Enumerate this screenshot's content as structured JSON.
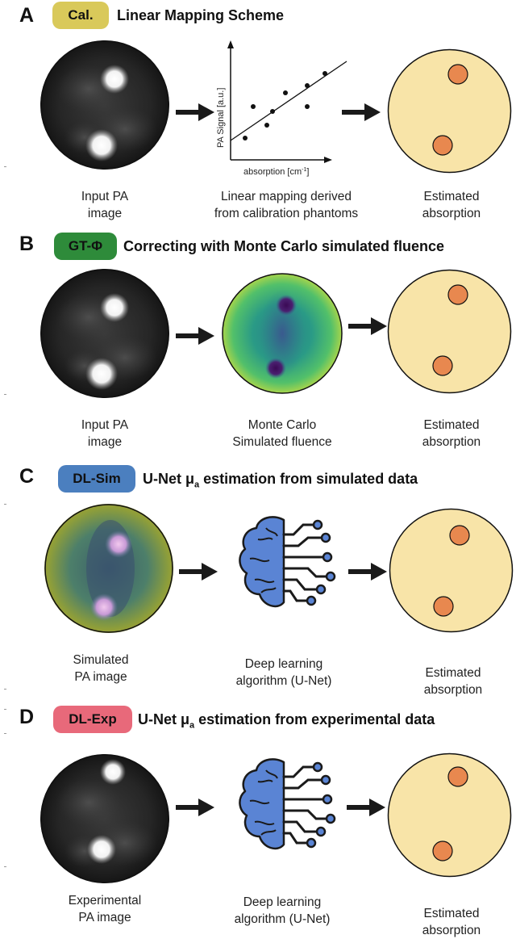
{
  "colors": {
    "cal": "#d9c95a",
    "gt": "#2e8b3a",
    "dlsim": "#4b7fbf",
    "dlexp": "#e8697a",
    "estimate_bg": "#f8e4a8",
    "inclusion": "#e8884f",
    "brain": "#5a84d4"
  },
  "panels": [
    {
      "letter": "A",
      "pill": "Cal.",
      "title": "Linear Mapping Scheme",
      "left_caption": [
        "Input PA",
        "image"
      ],
      "mid_caption": [
        "Linear mapping derived",
        "from calibration phantoms"
      ],
      "right_caption": [
        "Estimated",
        "absorption"
      ]
    },
    {
      "letter": "B",
      "pill": "GT-Φ",
      "title": "Correcting with Monte Carlo simulated fluence",
      "left_caption": [
        "Input PA",
        "image"
      ],
      "mid_caption": [
        "Monte Carlo",
        "Simulated fluence"
      ],
      "right_caption": [
        "Estimated",
        "absorption"
      ]
    },
    {
      "letter": "C",
      "pill": "DL-Sim",
      "title_prefix": "U-Net μ",
      "title_sub": "a",
      "title_suffix": " estimation from simulated data",
      "left_caption": [
        "Simulated",
        "PA image"
      ],
      "mid_caption": [
        "Deep learning",
        "algorithm (U-Net)"
      ],
      "right_caption": [
        "Estimated",
        "absorption"
      ]
    },
    {
      "letter": "D",
      "pill": "DL-Exp",
      "title_prefix": "U-Net μ",
      "title_sub": "a",
      "title_suffix": " estimation from experimental data",
      "left_caption": [
        "Experimental",
        "PA image"
      ],
      "mid_caption": [
        "Deep learning",
        "algorithm (U-Net)"
      ],
      "right_caption": [
        "Estimated",
        "absorption"
      ]
    }
  ],
  "plot": {
    "ylabel": "PA Signal [a.u.]",
    "xlabel_main": "absorption [cm",
    "xlabel_sup": "-1",
    "xlabel_end": "]"
  }
}
